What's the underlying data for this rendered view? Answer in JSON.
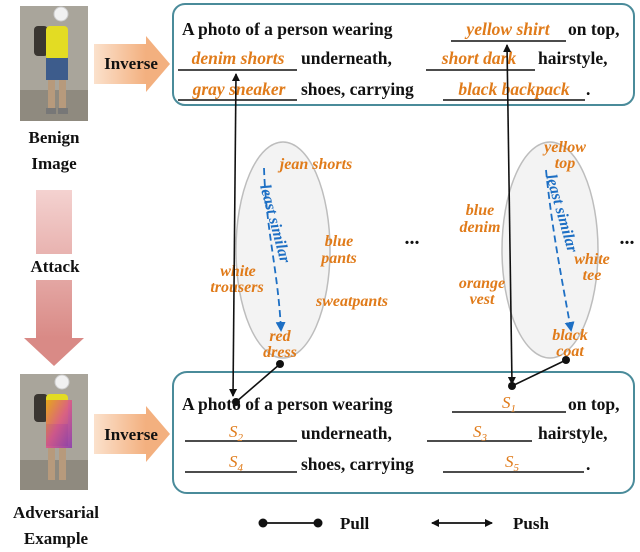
{
  "left_panel": {
    "benign_label": [
      "Benign",
      "Image"
    ],
    "attack_label": "Attack",
    "adversarial_label": [
      "Adversarial",
      "Example"
    ]
  },
  "inverse_label_top": "Inverse",
  "inverse_label_bottom": "Inverse",
  "top_sentence": {
    "line1_prefix": "A photo of a person wearing",
    "line1_suffix": "on top,",
    "line2_middle": "underneath,",
    "line2_suffix": "hairstyle,",
    "line3_middle": "shoes, carrying",
    "line3_suffix": ".",
    "fill_top": "yellow shirt",
    "fill_underneath": "denim shorts",
    "fill_hairstyle": "short dark",
    "fill_shoes": "gray sneaker",
    "fill_carrying": "black backpack"
  },
  "bottom_sentence": {
    "line1_prefix": "A photo of a person wearing",
    "line1_suffix": "on top,",
    "line2_middle": "underneath,",
    "line2_suffix": "hairstyle,",
    "line3_middle": "shoes, carrying",
    "line3_suffix": ".",
    "slot_s1": "S",
    "slot_s1_sub": "1",
    "slot_s2": "S",
    "slot_s2_sub": "2",
    "slot_s3": "S",
    "slot_s3_sub": "3",
    "slot_s4": "S",
    "slot_s4_sub": "4",
    "slot_s5": "S",
    "slot_s5_sub": "5"
  },
  "left_cluster": {
    "words": [
      "jean shorts",
      "blue",
      "pants",
      "white",
      "trousers",
      "sweatpants",
      "red",
      "dress"
    ],
    "arrow_label": "least similar"
  },
  "right_cluster": {
    "words": [
      "yellow",
      "top",
      "blue",
      "denim",
      "white",
      "tee",
      "orange",
      "vest",
      "black",
      "coat"
    ],
    "arrow_label": "least similar"
  },
  "ellipsis_1": "...",
  "ellipsis_2": "...",
  "legend": {
    "pull_label": "Pull",
    "push_label": "Push"
  },
  "colors": {
    "box_border": "#4a8b9a",
    "orange_text": "#e07b1a",
    "blue_arrow": "#1d6fc4",
    "inverse_arrow": "#f7c6a3",
    "attack_arrow": "#e59a9a"
  }
}
